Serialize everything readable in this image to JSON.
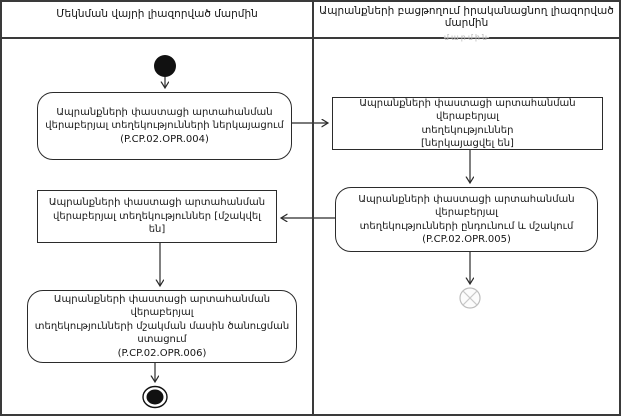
{
  "lanes": {
    "left": {
      "title": "Մեկնման վայրի լիազորված մարմին"
    },
    "right": {
      "title": "Ապրանքների բացթողում իրականացնող լիազորված մարմին",
      "faded_text": "մարմին"
    }
  },
  "activities": {
    "submit_info": {
      "text": "Ապրանքների փաստացի արտահանման\nվերաբերյալ տեղեկությունների ներկայացում\n(P.CP.02.OPR.004)"
    },
    "info_submitted_state": {
      "text": "Ապրանքների փաստացի արտահանման վերաբերյալ\nտեղեկություններ\n[ներկայացվել են]"
    },
    "receive_process": {
      "text": "Ապրանքների փաստացի արտահանման վերաբերյալ\nտեղեկությունների ընդունում և մշակում\n(P.CP.02.OPR.005)"
    },
    "info_processed_state": {
      "text": "Ապրանքների փաստացի արտահանման\nվերաբերյալ տեղեկություններ [մշակվել են]"
    },
    "receive_notification": {
      "text": "Ապրանքների փաստացի արտահանման վերաբերյալ\nտեղեկությունների մշակման մասին ծանուցման\nստացում\n(P.CP.02.OPR.006)"
    }
  },
  "colors": {
    "line": "#2b2b2b",
    "frame": "#3a3a3a",
    "final_node": "#c4c4c4",
    "background": "#ffffff"
  }
}
